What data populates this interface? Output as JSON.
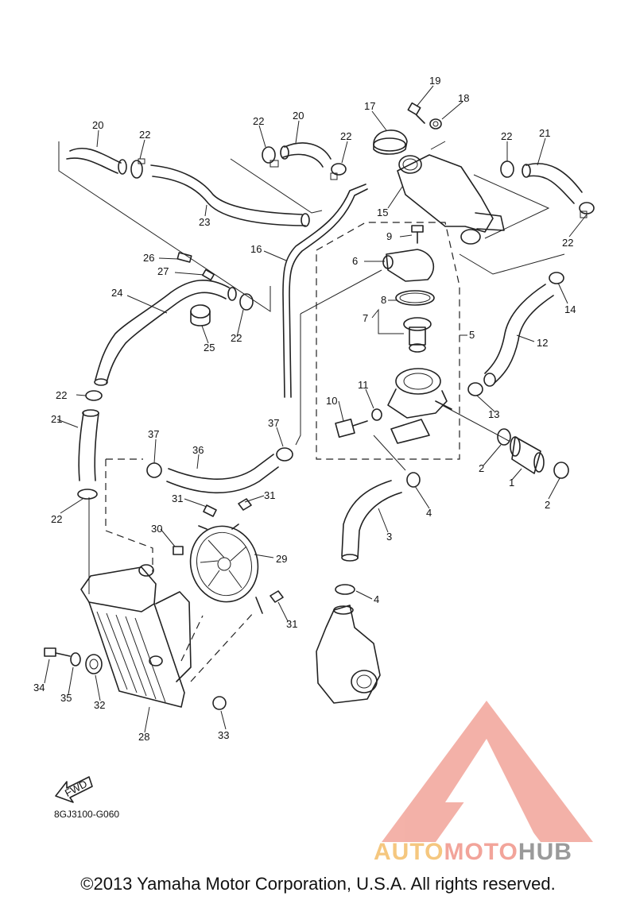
{
  "diagram_code": "8GJ3100-G060",
  "copyright": "©2013 Yamaha Motor Corporation, U.S.A. All rights reserved.",
  "fwd_label": "FWD",
  "watermark": {
    "part1": "AUTO",
    "part2": "MOTO",
    "part3": "HUB"
  },
  "colors": {
    "line": "#222222",
    "watermark_red": "#f2a49a",
    "watermark_orange": "#f5c77f",
    "watermark_gray": "#9a9a9a"
  },
  "labels": [
    {
      "id": "19",
      "text": "19"
    },
    {
      "id": "18",
      "text": "18"
    },
    {
      "id": "17",
      "text": "17"
    },
    {
      "id": "20a",
      "text": "20"
    },
    {
      "id": "22a",
      "text": "22"
    },
    {
      "id": "22b",
      "text": "22"
    },
    {
      "id": "20b",
      "text": "20"
    },
    {
      "id": "22c",
      "text": "22"
    },
    {
      "id": "22d",
      "text": "22"
    },
    {
      "id": "21a",
      "text": "21"
    },
    {
      "id": "23",
      "text": "23"
    },
    {
      "id": "15",
      "text": "15"
    },
    {
      "id": "22e",
      "text": "22"
    },
    {
      "id": "9",
      "text": "9"
    },
    {
      "id": "16",
      "text": "16"
    },
    {
      "id": "26",
      "text": "26"
    },
    {
      "id": "6",
      "text": "6"
    },
    {
      "id": "27",
      "text": "27"
    },
    {
      "id": "14",
      "text": "14"
    },
    {
      "id": "8",
      "text": "8"
    },
    {
      "id": "24",
      "text": "24"
    },
    {
      "id": "7",
      "text": "7"
    },
    {
      "id": "5",
      "text": "5"
    },
    {
      "id": "22f",
      "text": "22"
    },
    {
      "id": "25",
      "text": "25"
    },
    {
      "id": "12",
      "text": "12"
    },
    {
      "id": "11",
      "text": "11"
    },
    {
      "id": "22g",
      "text": "22"
    },
    {
      "id": "10",
      "text": "10"
    },
    {
      "id": "13",
      "text": "13"
    },
    {
      "id": "21b",
      "text": "21"
    },
    {
      "id": "37a",
      "text": "37"
    },
    {
      "id": "37b",
      "text": "37"
    },
    {
      "id": "36",
      "text": "36"
    },
    {
      "id": "2a",
      "text": "2"
    },
    {
      "id": "1",
      "text": "1"
    },
    {
      "id": "2b",
      "text": "2"
    },
    {
      "id": "31a",
      "text": "31"
    },
    {
      "id": "31b",
      "text": "31"
    },
    {
      "id": "4a",
      "text": "4"
    },
    {
      "id": "22h",
      "text": "22"
    },
    {
      "id": "30",
      "text": "30"
    },
    {
      "id": "3",
      "text": "3"
    },
    {
      "id": "29",
      "text": "29"
    },
    {
      "id": "4b",
      "text": "4"
    },
    {
      "id": "31c",
      "text": "31"
    },
    {
      "id": "34",
      "text": "34"
    },
    {
      "id": "35",
      "text": "35"
    },
    {
      "id": "32",
      "text": "32"
    },
    {
      "id": "28",
      "text": "28"
    },
    {
      "id": "33",
      "text": "33"
    }
  ]
}
